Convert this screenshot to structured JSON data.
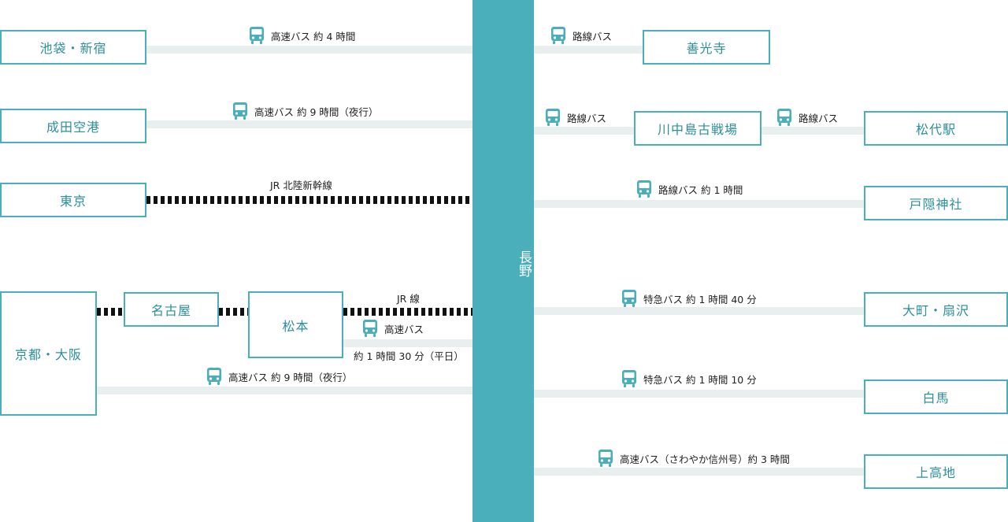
{
  "hub": {
    "label": "長野"
  },
  "stations": {
    "ikebukuro": "池袋・新宿",
    "narita": "成田空港",
    "tokyo": "東京",
    "kyoto": "京都・大阪",
    "nagoya": "名古屋",
    "matsumoto": "松本",
    "zenkoji": "善光寺",
    "kawanakajima": "川中島古戦場",
    "matsushiro": "松代駅",
    "togakushi": "戸隠神社",
    "omachi": "大町・扇沢",
    "hakuba": "白馬",
    "kamikochi": "上高地"
  },
  "routes": {
    "ikebukuro": "高速バス 約 4 時間",
    "narita": "高速バス 約 9 時間（夜行）",
    "tokyo": "JR 北陸新幹線",
    "matsumoto_rail": "JR 線",
    "matsumoto_bus": "高速バス",
    "matsumoto_time": "約 1 時間 30 分（平日）",
    "kyoto": "高速バス 約 9 時間（夜行）",
    "zenkoji": "路線バス",
    "kawanakajima": "路線バス",
    "matsushiro": "路線バス",
    "togakushi": "路線バス 約 1 時間",
    "omachi": "特急バス 約 1 時間 40 分",
    "hakuba": "特急バス 約 1 時間 10 分",
    "kamikochi": "高速バス（さわやか信州号）約 3 時間"
  },
  "colors": {
    "accent": "#4aafbb",
    "text": "#2c8f9b",
    "line": "#e9efef",
    "rail": "#111111"
  },
  "icons": {
    "bus": "bus-icon"
  }
}
